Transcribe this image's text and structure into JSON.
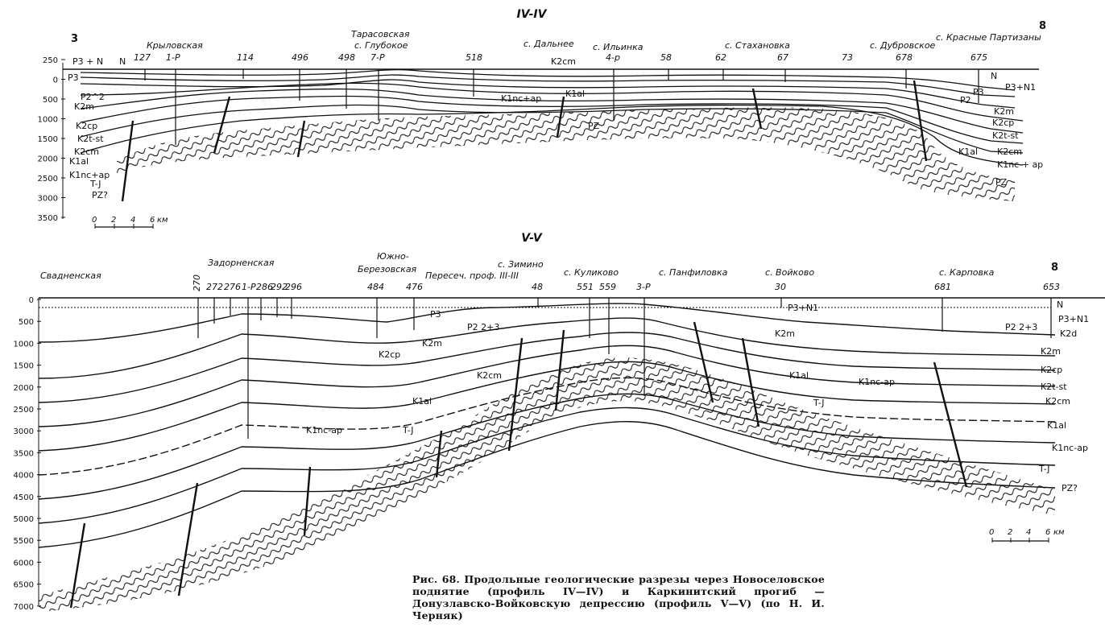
{
  "profile_iv": {
    "title": "IV-IV",
    "end_left": "3",
    "end_right": "8",
    "depth_labels": [
      "250",
      "0",
      "500",
      "1000",
      "1500",
      "2000",
      "2500",
      "3000",
      "3500"
    ],
    "villages": [
      "Крыловская",
      "Тарасовская",
      "с. Глубокое",
      "с. Дальнее",
      "с. Ильинка",
      "с. Стахановка",
      "с. Дубровское",
      "с. Красные Партизаны"
    ],
    "wells": [
      "127",
      "1-Р",
      "114",
      "496",
      "498",
      "7-Р",
      "518",
      "4-р",
      "58",
      "62",
      "67",
      "73",
      "678",
      "675"
    ],
    "strata_left": [
      "P3 + N",
      "N",
      "P3",
      "P2^2",
      "K2m",
      "K2cp",
      "K2t-st",
      "K2cm",
      "K1al",
      "K1nc+ap",
      "T-J",
      "PZ?"
    ],
    "strata_center": [
      "K2cm",
      "K1nc+ap",
      "K1al",
      "PZ"
    ],
    "strata_right": [
      "N",
      "P3+N1",
      "P3",
      "P2",
      "K2m",
      "K2cp",
      "K2t-st",
      "K2cm",
      "K1al",
      "K1nc + ap",
      "PZ"
    ],
    "scale": {
      "ticks": [
        "0",
        "2",
        "4",
        "6"
      ],
      "unit": "км"
    }
  },
  "profile_v": {
    "title": "V-V",
    "end_right": "8",
    "depth_labels": [
      "0",
      "500",
      "1000",
      "1500",
      "2000",
      "2500",
      "3000",
      "3500",
      "4000",
      "4500",
      "5000",
      "5500",
      "6000",
      "6500",
      "7000"
    ],
    "villages": [
      "Свадненская",
      "Задорненская",
      "Южно-",
      "Березовская",
      "Пересеч. проф. III-III",
      "с. Зимино",
      "с. Куликово",
      "с. Панфиловка",
      "с. Войково",
      "с. Карповка"
    ],
    "wells": [
      "270",
      "272",
      "276",
      "1-Р",
      "286",
      "292",
      "296",
      "484",
      "476",
      "48",
      "551",
      "559",
      "3-Р",
      "30",
      "681",
      "653"
    ],
    "strata_center": [
      "P3",
      "P2 2+3",
      "K2m",
      "K2cp",
      "K2cm",
      "K1al",
      "K1nc-ap",
      "T-J"
    ],
    "strata_right_inner": [
      "P3+N1",
      "P2 2+3",
      "K2m",
      "K1al",
      "K1nc-ap",
      "T-J"
    ],
    "strata_right": [
      "N",
      "P3+N1",
      "K2d",
      "K2m",
      "K2cp",
      "K2t-st",
      "K2cm",
      "K1al",
      "K1nc-ap",
      "T-J",
      "PZ?"
    ],
    "scale": {
      "ticks": [
        "0",
        "2",
        "4",
        "6"
      ],
      "unit": "км"
    }
  },
  "caption": {
    "line1": "Рис. 68. Продольные геологические разрезы через Новоселовское поднятие (профиль",
    "line2": "IV—IV) и Каркинитский прогиб — Донузлавско-Войковскую депрессию (профиль",
    "line3": "V—V) (по Н. И. Черняк)"
  }
}
